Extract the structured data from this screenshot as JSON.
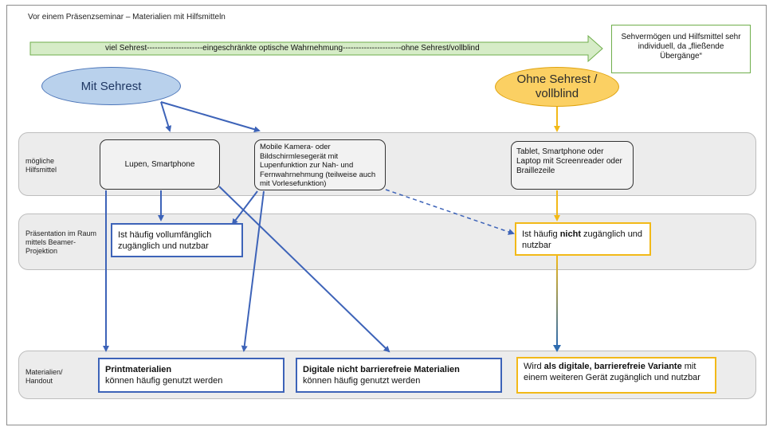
{
  "title": "Vor einem Präsenzseminar – Materialien mit Hilfsmitteln",
  "spectrum_arrow": {
    "label": "viel Sehrest---------------------eingeschränkte optische Wahrnehmung----------------------ohne Sehrest/vollblind"
  },
  "note": "Sehvermögen und Hilfsmittel sehr individuell, da „fließende Übergänge“",
  "groups": {
    "with_vision": "Mit Sehrest",
    "without_vision": "Ohne Sehrest / vollblind"
  },
  "rows": [
    {
      "label": "mögliche Hilfsmittel"
    },
    {
      "label": "Präsentation im Raum mittels Beamer-Projektion"
    },
    {
      "label": "Materialien/ Handout"
    }
  ],
  "aids": {
    "magnifier": "Lupen, Smartphone",
    "camera": "Mobile Kamera- oder Bildschirmlesegerät mit Lupenfunktion zur Nah- und Fernwahrnehmung (teilweise auch mit Vorlesefunktion)",
    "screenreader": "Tablet, Smartphone oder Laptop mit Screenreader oder Braillezeile"
  },
  "presentation": {
    "accessible": "Ist häufig vollumfänglich zugänglich und nutzbar",
    "not_accessible_prefix": "Ist häufig ",
    "not_accessible_bold": "nicht",
    "not_accessible_suffix": " zugänglich und nutzbar"
  },
  "materials": {
    "print_bold": "Printmaterialien",
    "print_text": "können häufig genutzt werden",
    "digital_bold": "Digitale nicht barrierefreie Materialien",
    "digital_text": "können häufig genutzt werden",
    "accessible_prefix": "Wird ",
    "accessible_bold": "als digitale, barrierefreie Variante",
    "accessible_suffix": " mit einem weiteren Gerät zugänglich und nutzbar"
  },
  "colors": {
    "blue": "#3d63b8",
    "yellow": "#f2b918",
    "green": "#6fae4b"
  }
}
